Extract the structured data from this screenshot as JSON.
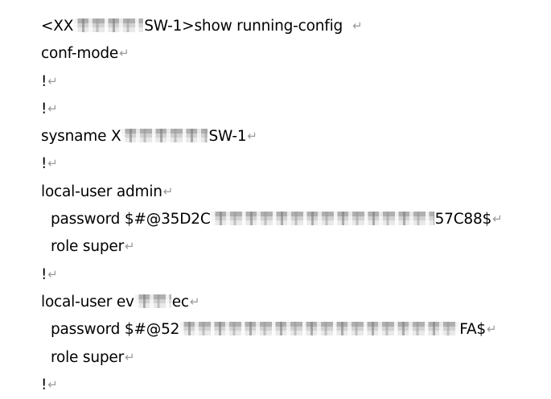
{
  "lines": [
    {
      "a": "<XX",
      "b": "SW-1>show running-config",
      "ret_gap": true
    },
    {
      "a": "conf-mode"
    },
    {
      "a": "!"
    },
    {
      "a": "!"
    },
    {
      "a": "sysname X",
      "b": "SW-1"
    },
    {
      "a": "!"
    },
    {
      "a": "local-user admin"
    },
    {
      "a": "password $#@35D2C",
      "b": "57C88$"
    },
    {
      "a": "role super"
    },
    {
      "a": "!"
    },
    {
      "a": "local-user ev",
      "b": "ec"
    },
    {
      "a": "password $#@52",
      "b": "FA$"
    },
    {
      "a": "role super"
    },
    {
      "a": "!"
    }
  ],
  "icons": {
    "return_mark": "↵"
  }
}
